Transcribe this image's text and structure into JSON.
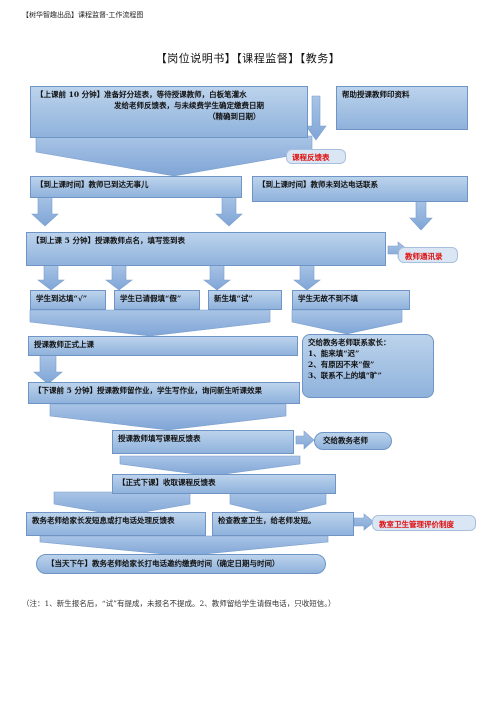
{
  "header": "【树华智趣出品】课程监督-工作流程图",
  "title": "【岗位说明书】【课程监督】【教务】",
  "steps": {
    "pre_class_line1": "【上课前 10 分钟】准备好分班表，等待授课教师，白板笔灌水",
    "pre_class_line2": "发给老师反馈表，与未续费学生确定缴费日期",
    "pre_class_line3": "（精确到日期）",
    "help_print": "帮助授课教师印资料",
    "course_feedback_form": "课程反馈表",
    "teacher_arrived": "【到上课时间】教师已到达无事儿",
    "teacher_absent": "【到上课时间】教师未到达电话联系",
    "roll_call": "【到上课 5 分钟】授课教师点名，填写签到表",
    "teacher_contacts": "教师通讯录",
    "student_arrived": "学生到达填“√”",
    "student_leave": "学生已请假填“假”",
    "new_student": "新生填“试”",
    "student_absent": "学生无故不到不填",
    "class_start": "授课教师正式上课",
    "parent_contact_1": "交给教务老师联系家长：",
    "parent_contact_2": "1、能来填“迟”",
    "parent_contact_3": "2、有原因不来“假”",
    "parent_contact_4": "3、联系不上的填“旷”",
    "homework": "【下课前 5 分钟】授课教师留作业，学生写作业，询问新生听课效果",
    "fill_feedback": "授课教师填写课程反馈表",
    "hand_to_academic": "交给教务老师",
    "collect_feedback": "【正式下课】收取课程反馈表",
    "send_feedback": "教务老师给家长发短息或打电话处理反馈表",
    "check_hygiene": "检查教室卫生，给老师发短。",
    "hygiene_system": "教室卫生管理评价制度",
    "same_day": "【当天下午】教务老师给家长打电话邀约缴费时间（确定日期与时间）"
  },
  "note": "（注：1、新生报名后，“试”有提成，未报名不提成。2、教师留给学生请假电话，只收短信。）",
  "colors": {
    "box_fill": "#a6c3e6",
    "arrow_fill": "#8fb0da",
    "highlight_red": "#e01010"
  }
}
